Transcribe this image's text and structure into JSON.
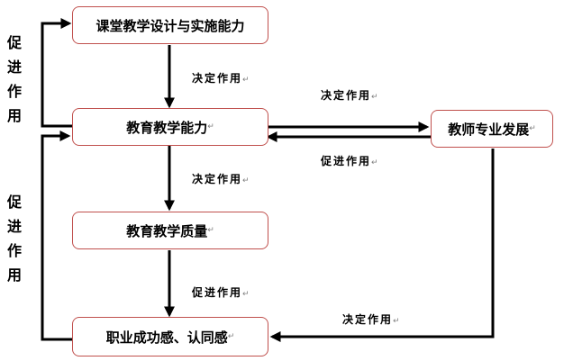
{
  "nodes": {
    "design": "课堂教学设计与实施能力",
    "ability": "教育教学能力",
    "quality": "教育教学质量",
    "success": "职业成功感、认同感",
    "development": "教师专业发展"
  },
  "edges": {
    "design_to_ability": "决定作用",
    "ability_to_quality": "决定作用",
    "quality_to_success": "促进作用",
    "ability_to_development": "决定作用",
    "development_to_ability": "促进作用",
    "development_to_success": "决定作用"
  },
  "side_labels": {
    "top": [
      "促",
      "进",
      "作",
      "用"
    ],
    "bottom": [
      "促",
      "进",
      "作",
      "用"
    ]
  },
  "paragraph_mark": "↵"
}
